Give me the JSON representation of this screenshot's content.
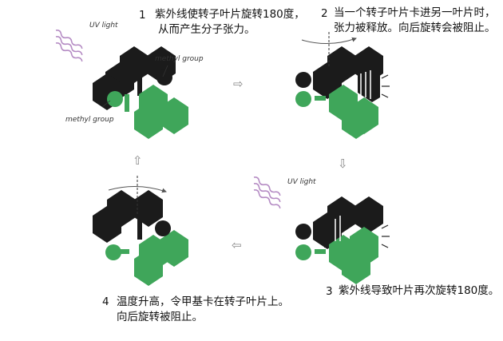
{
  "steps": [
    {
      "num": "1",
      "lines": [
        "紫外线使转子叶片旋转180度，",
        "从而产生分子张力。"
      ]
    },
    {
      "num": "2",
      "lines": [
        "当一个转子叶片卡进另一叶片时，",
        "张力被释放。向后旋转会被阻止。"
      ]
    },
    {
      "num": "3",
      "lines": [
        "紫外线导致叶片再次旋转180度。"
      ]
    },
    {
      "num": "4",
      "lines": [
        "温度升高，令甲基卡在转子叶片上。",
        "向后旋转被阻止。"
      ]
    }
  ],
  "labels": {
    "uv": "UV light",
    "methyl_top": "methyl group",
    "methyl_bottom": "methyl group"
  },
  "arrows": {
    "right": "⇨",
    "down": "⇩",
    "left": "⇦",
    "up": "⇧"
  },
  "colors": {
    "black": "#1b1b1b",
    "green": "#3fa65a",
    "uv_wave": "#b58cc4",
    "axis": "#333333"
  }
}
